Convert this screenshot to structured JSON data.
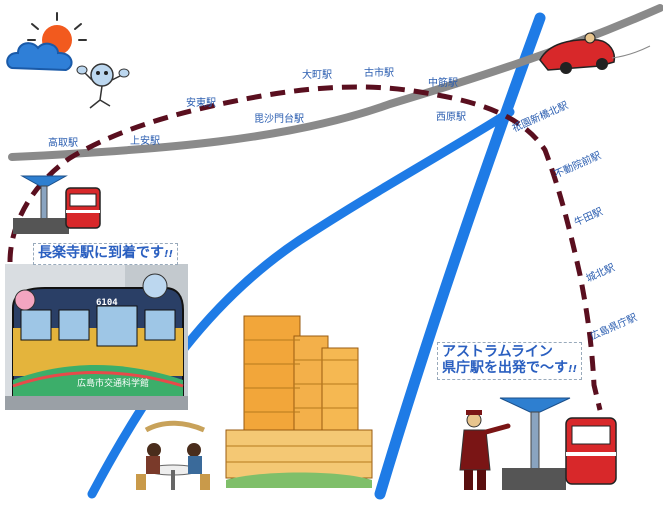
{
  "stations": {
    "takatori": "高取駅",
    "kamiyasu": "上安駅",
    "yasuhigashi": "安東駅",
    "bishamondai": "毘沙門台駅",
    "omachi": "大町駅",
    "furuichi": "古市駅",
    "nakasuji": "中筋駅",
    "nishihara": "西原駅",
    "gionshinbashikita": "祇園新橋北駅",
    "fudoinmae": "不動院前駅",
    "ushita": "牛田駅",
    "johoku": "城北駅",
    "kenchomae": "広島県庁駅"
  },
  "captions": {
    "arrival_main": "長楽寺駅に到着です",
    "arrival_mark": "!!",
    "departure_line1": "アストラムライン",
    "departure_line2": "県庁駅を出発で～す",
    "departure_mark": "!!"
  },
  "photo": {
    "tram_number": "6104",
    "side_text": "広島市交通科学館"
  },
  "colors": {
    "river": "#1e7be6",
    "road": "#8a8a8a",
    "route": "#5a0f1f",
    "label": "#2a5db0",
    "caption": "#2a5fc0"
  },
  "icons": [
    "sun-cloud-icon",
    "mascot-icon",
    "car-icon",
    "station-icon",
    "train-icon",
    "building-icon",
    "cafe-icon",
    "conductor-icon"
  ]
}
